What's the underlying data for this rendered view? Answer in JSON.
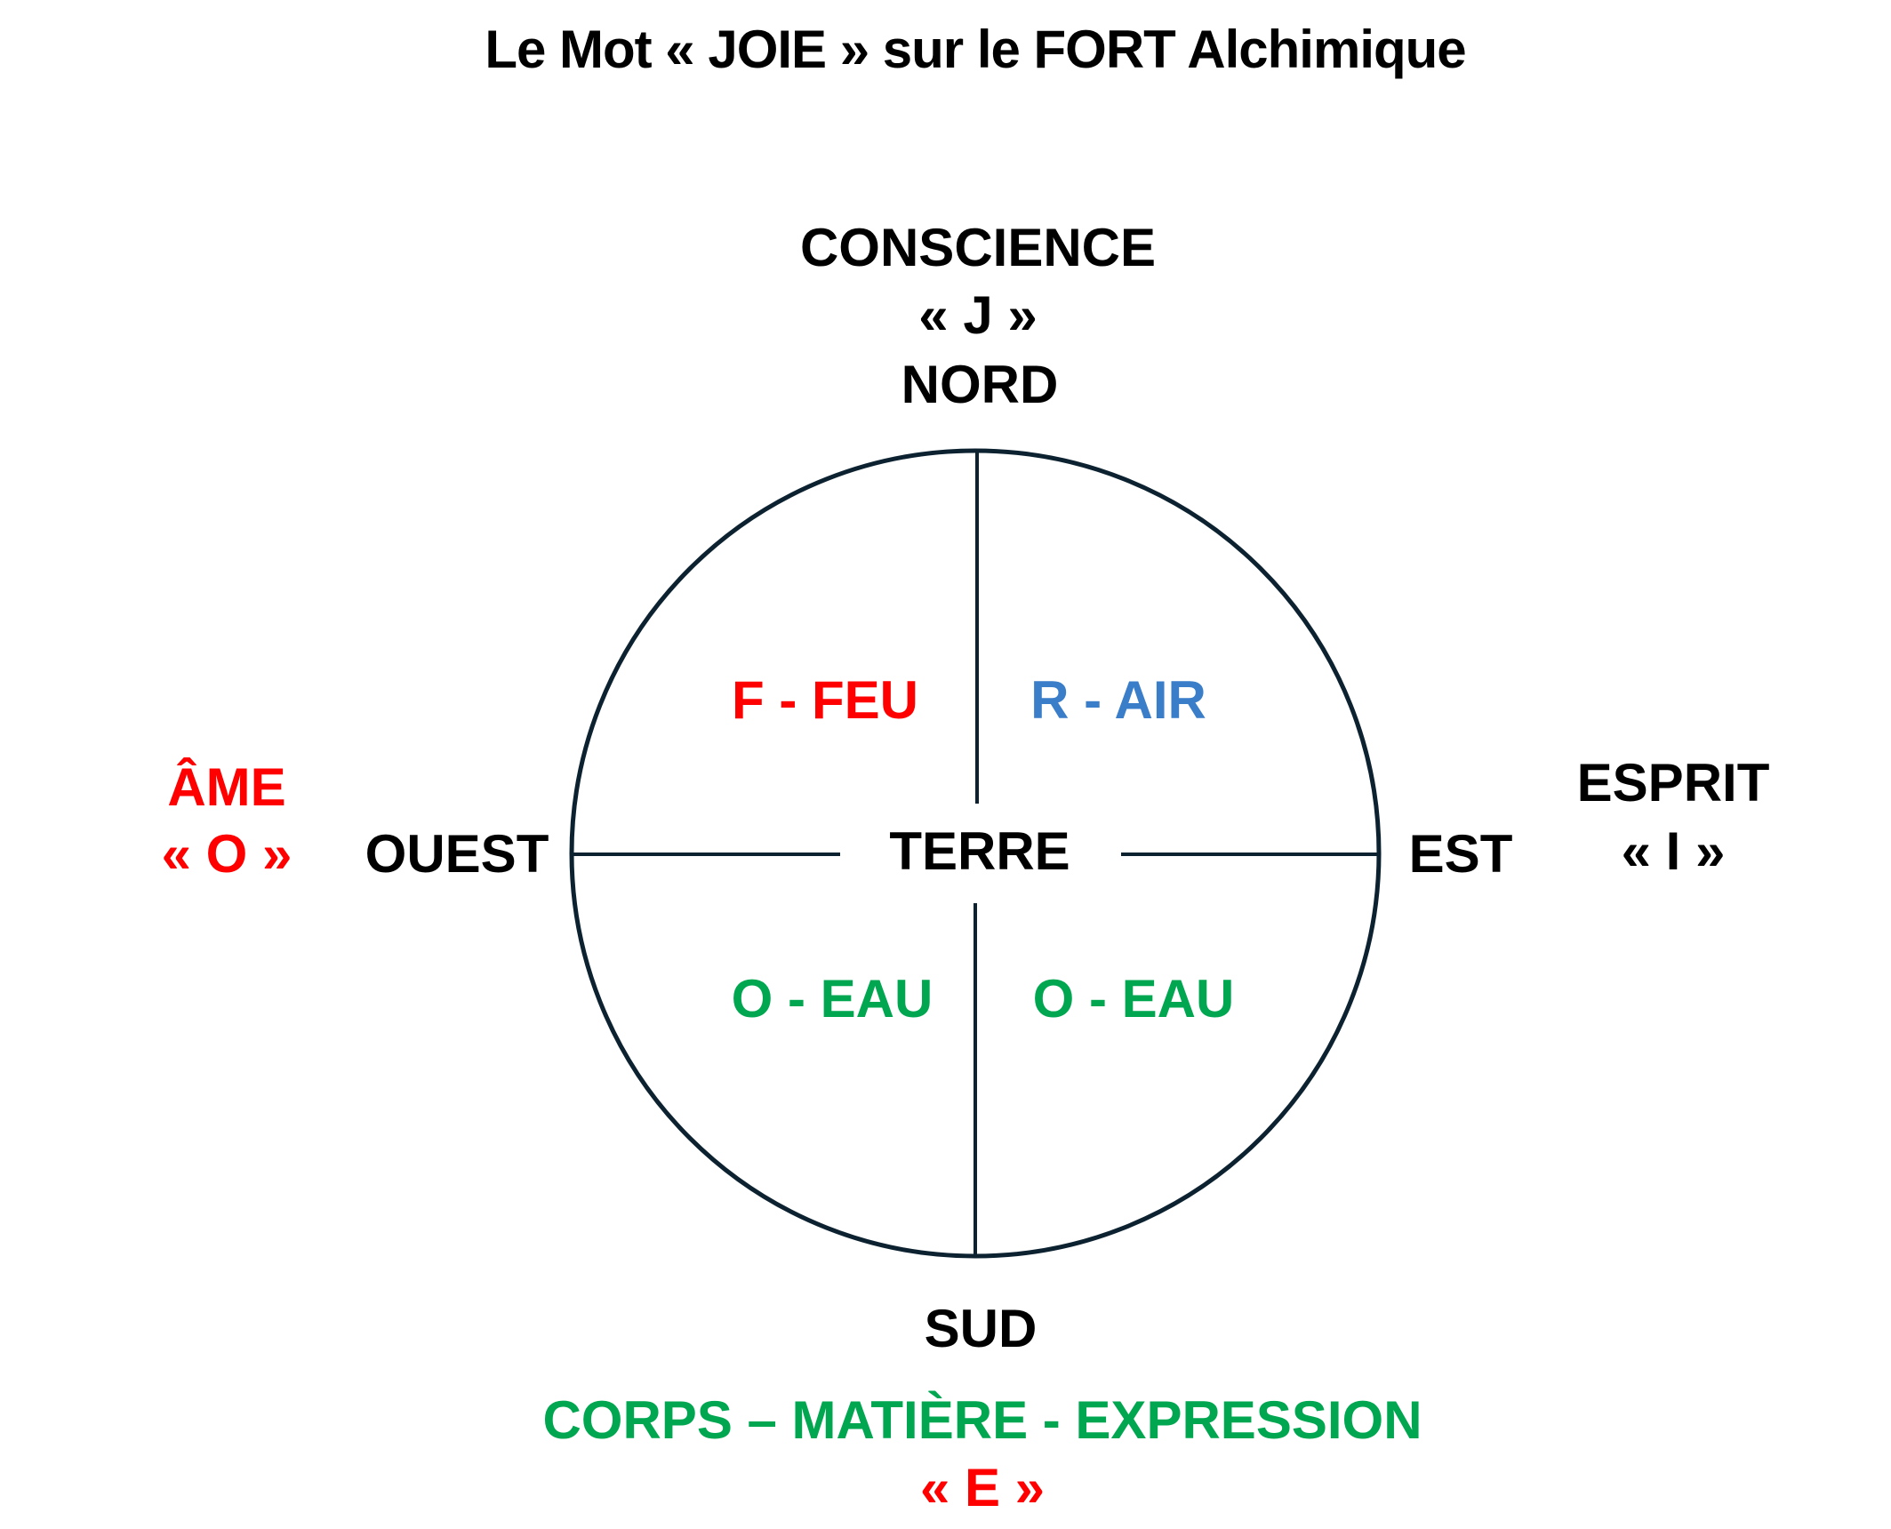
{
  "title": "Le Mot « JOIE » sur le FORT Alchimique",
  "colors": {
    "text": "#000000",
    "line": "#0d2230",
    "red": "#ff0000",
    "blue": "#3a7dc9",
    "green": "#00a650"
  },
  "north": {
    "principle": "CONSCIENCE",
    "letter": "« J »",
    "direction": "NORD"
  },
  "west": {
    "principle": "ÂME",
    "letter": "« O »",
    "direction": "OUEST"
  },
  "east": {
    "principle": "ESPRIT",
    "letter": "« I »",
    "direction": "EST"
  },
  "south": {
    "direction": "SUD",
    "principle": "CORPS – MATIÈRE - EXPRESSION",
    "letter": "« E »"
  },
  "center": "TERRE",
  "quadrants": {
    "top_left": "F - FEU",
    "top_right": "R - AIR",
    "bottom_left": "O - EAU",
    "bottom_right": "O - EAU"
  }
}
